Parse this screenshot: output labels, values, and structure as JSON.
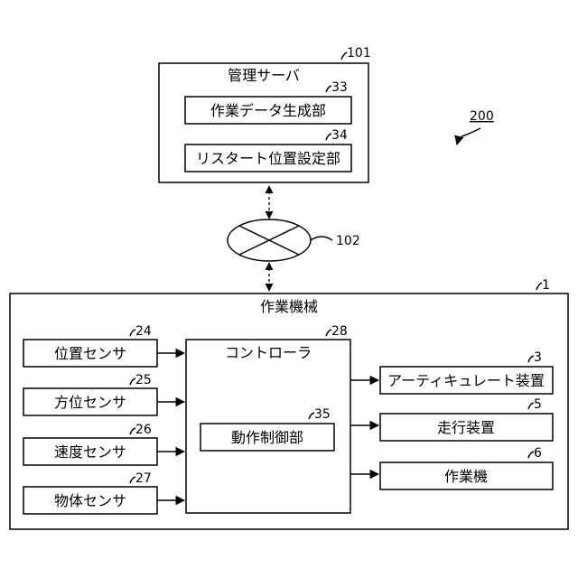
{
  "diagram_ref": "200",
  "management_server": {
    "label": "管理サーバ",
    "ref": "101",
    "work_data_unit": {
      "label": "作業データ生成部",
      "ref": "33"
    },
    "restart_unit": {
      "label": "リスタート位置設定部",
      "ref": "34"
    }
  },
  "network": {
    "ref": "102"
  },
  "work_machine": {
    "label": "作業機械",
    "ref": "1",
    "sensors": [
      {
        "label": "位置センサ",
        "ref": "24"
      },
      {
        "label": "方位センサ",
        "ref": "25"
      },
      {
        "label": "速度センサ",
        "ref": "26"
      },
      {
        "label": "物体センサ",
        "ref": "27"
      }
    ],
    "controller": {
      "label": "コントローラ",
      "ref": "28",
      "motion_unit": {
        "label": "動作制御部",
        "ref": "35"
      }
    },
    "outputs": [
      {
        "label": "アーティキュレート装置",
        "ref": "3"
      },
      {
        "label": "走行装置",
        "ref": "5"
      },
      {
        "label": "作業機",
        "ref": "6"
      }
    ]
  }
}
